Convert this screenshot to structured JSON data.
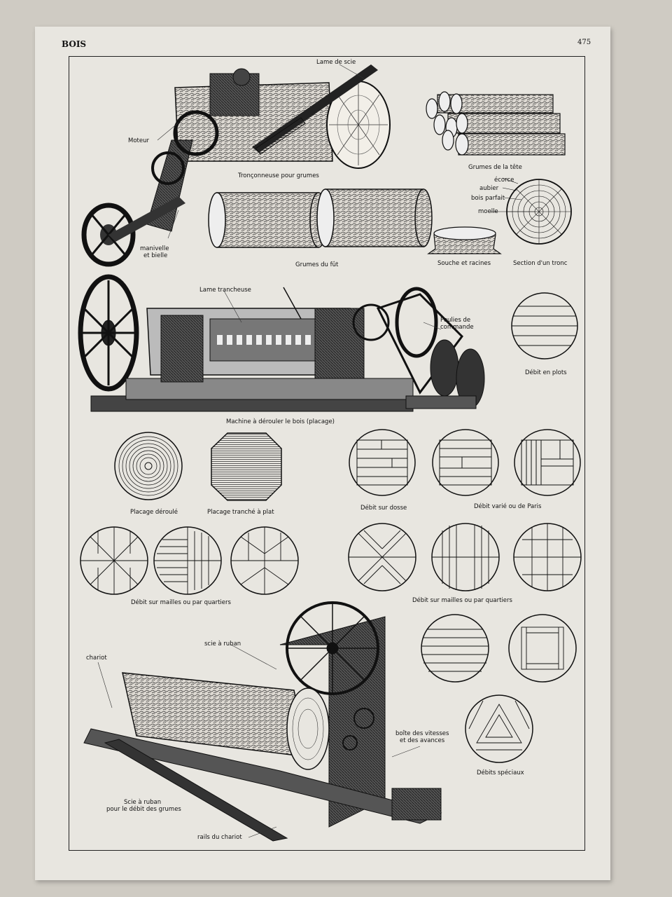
{
  "page": {
    "section_title": "BOIS",
    "page_number": "475"
  },
  "labels": {
    "lame_de_scie": "Lame de scie",
    "moteur": "Moteur",
    "tronconneuse": "Tronçonneuse pour grumes",
    "manivelle": "manivelle",
    "et_bielle": "et bielle",
    "grumes_tete": "Grumes de la tête",
    "ecorce": "écorce",
    "aubier": "aubier",
    "bois_parfait": "bois parfait",
    "moelle": "moelle",
    "grumes_fut": "Grumes du fût",
    "souche": "Souche et racines",
    "section_tronc": "Section d'un tronc",
    "lame_trancheuse": "Lame trancheuse",
    "poulies_1": "Poulies de",
    "poulies_2": "commande",
    "debit_plots": "Débit en plots",
    "machine_derouler": "Machine à dérouler le bois (placage)",
    "placage_deroule": "Placage déroulé",
    "placage_tranche": "Placage tranché à plat",
    "debit_dosse": "Débit sur dosse",
    "debit_paris": "Débit varié ou de Paris",
    "mailles_left": "Débit sur mailles ou par quartiers",
    "mailles_right": "Débit sur mailles ou par quartiers",
    "scie_ruban_label": "scie à ruban",
    "chariot": "chariot",
    "boite_1": "boîte des vitesses",
    "boite_2": "et des avances",
    "debits_speciaux": "Débits spéciaux",
    "scie_caption_1": "Scie à ruban",
    "scie_caption_2": "pour le débit des grumes",
    "rails": "rails du chariot"
  }
}
